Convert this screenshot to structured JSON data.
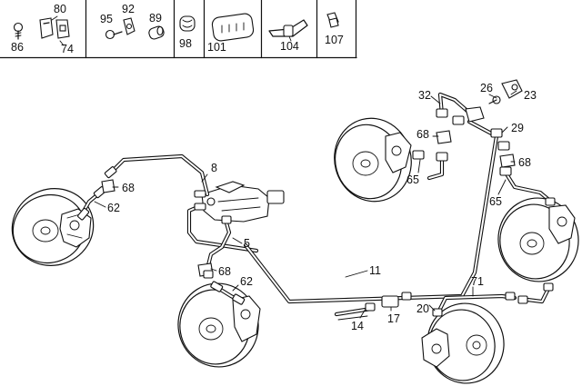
{
  "legend": {
    "parts": [
      {
        "number": "80"
      },
      {
        "number": "86"
      },
      {
        "number": "74"
      },
      {
        "number": "95"
      },
      {
        "number": "92"
      },
      {
        "number": "89"
      },
      {
        "number": "98"
      },
      {
        "number": "101"
      },
      {
        "number": "104"
      },
      {
        "number": "107"
      }
    ]
  },
  "callouts": {
    "c8": "8",
    "c68_left": "68",
    "c62_left": "62",
    "c5": "5",
    "c68_center": "68",
    "c62_center": "62",
    "c11": "11",
    "c32": "32",
    "c26": "26",
    "c23": "23",
    "c68_upper": "68",
    "c29": "29",
    "c65_upper": "65",
    "c68_right": "68",
    "c65_right": "65",
    "c71": "71",
    "c20": "20",
    "c14": "14",
    "c17": "17"
  }
}
